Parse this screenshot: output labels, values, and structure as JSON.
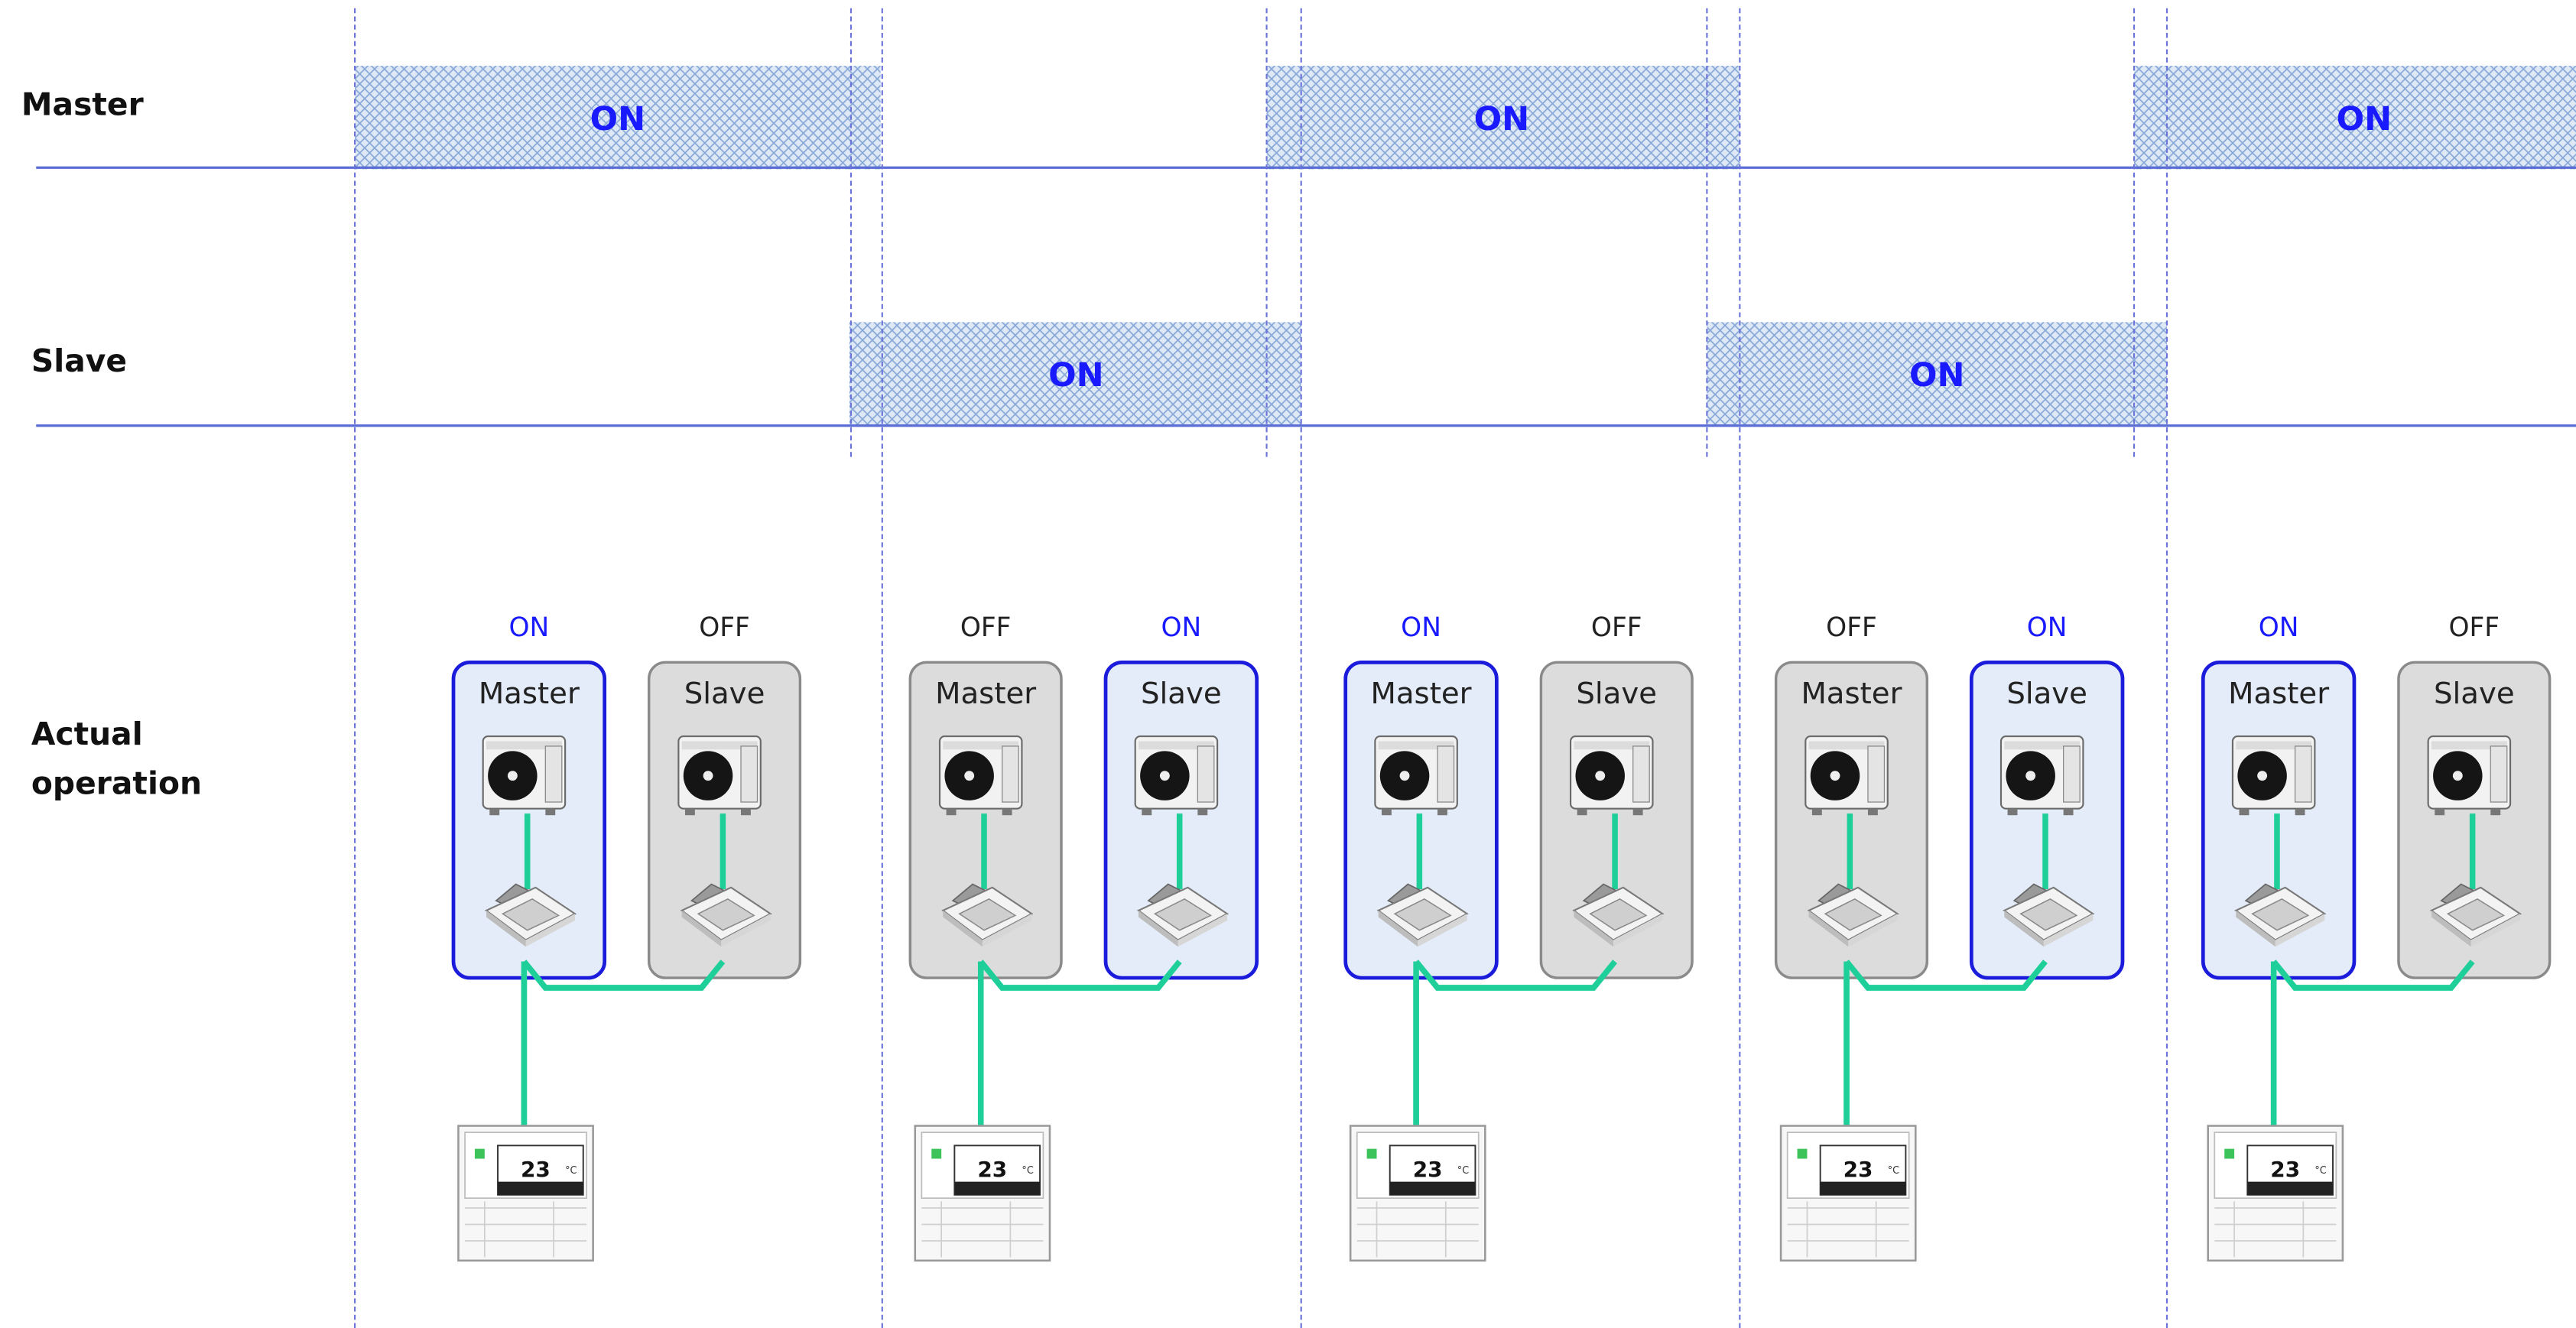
{
  "rows": {
    "master_label": "Master",
    "slave_label": "Slave",
    "actual_label_line1": "Actual",
    "actual_label_line2": "operation"
  },
  "timeline": {
    "bar_text": "ON",
    "master_on_periods": 3,
    "slave_on_periods": 2
  },
  "units": [
    {
      "master": {
        "state": "ON",
        "label": "Master",
        "active": true
      },
      "slave": {
        "state": "OFF",
        "label": "Slave",
        "active": false
      }
    },
    {
      "master": {
        "state": "OFF",
        "label": "Master",
        "active": false
      },
      "slave": {
        "state": "ON",
        "label": "Slave",
        "active": true
      }
    },
    {
      "master": {
        "state": "ON",
        "label": "Master",
        "active": true
      },
      "slave": {
        "state": "OFF",
        "label": "Slave",
        "active": false
      }
    },
    {
      "master": {
        "state": "OFF",
        "label": "Master",
        "active": false
      },
      "slave": {
        "state": "ON",
        "label": "Slave",
        "active": true
      }
    },
    {
      "master": {
        "state": "ON",
        "label": "Master",
        "active": true
      },
      "slave": {
        "state": "OFF",
        "label": "Slave",
        "active": false
      }
    }
  ],
  "remote": {
    "display_value": "23",
    "unit": "°C"
  },
  "colors": {
    "rule_line": "#5a6cd6",
    "divider": "#6b74d8",
    "on_text": "#1a1aff",
    "active_border": "#1b1bdc",
    "active_fill": "#e3ecf8",
    "inactive_border": "#8a8a8a",
    "inactive_fill": "#dcdcdc",
    "pipe": "#1fcf9a",
    "hatch_line": "#88a8d8",
    "hatch_fill": "#dfe9f6"
  }
}
